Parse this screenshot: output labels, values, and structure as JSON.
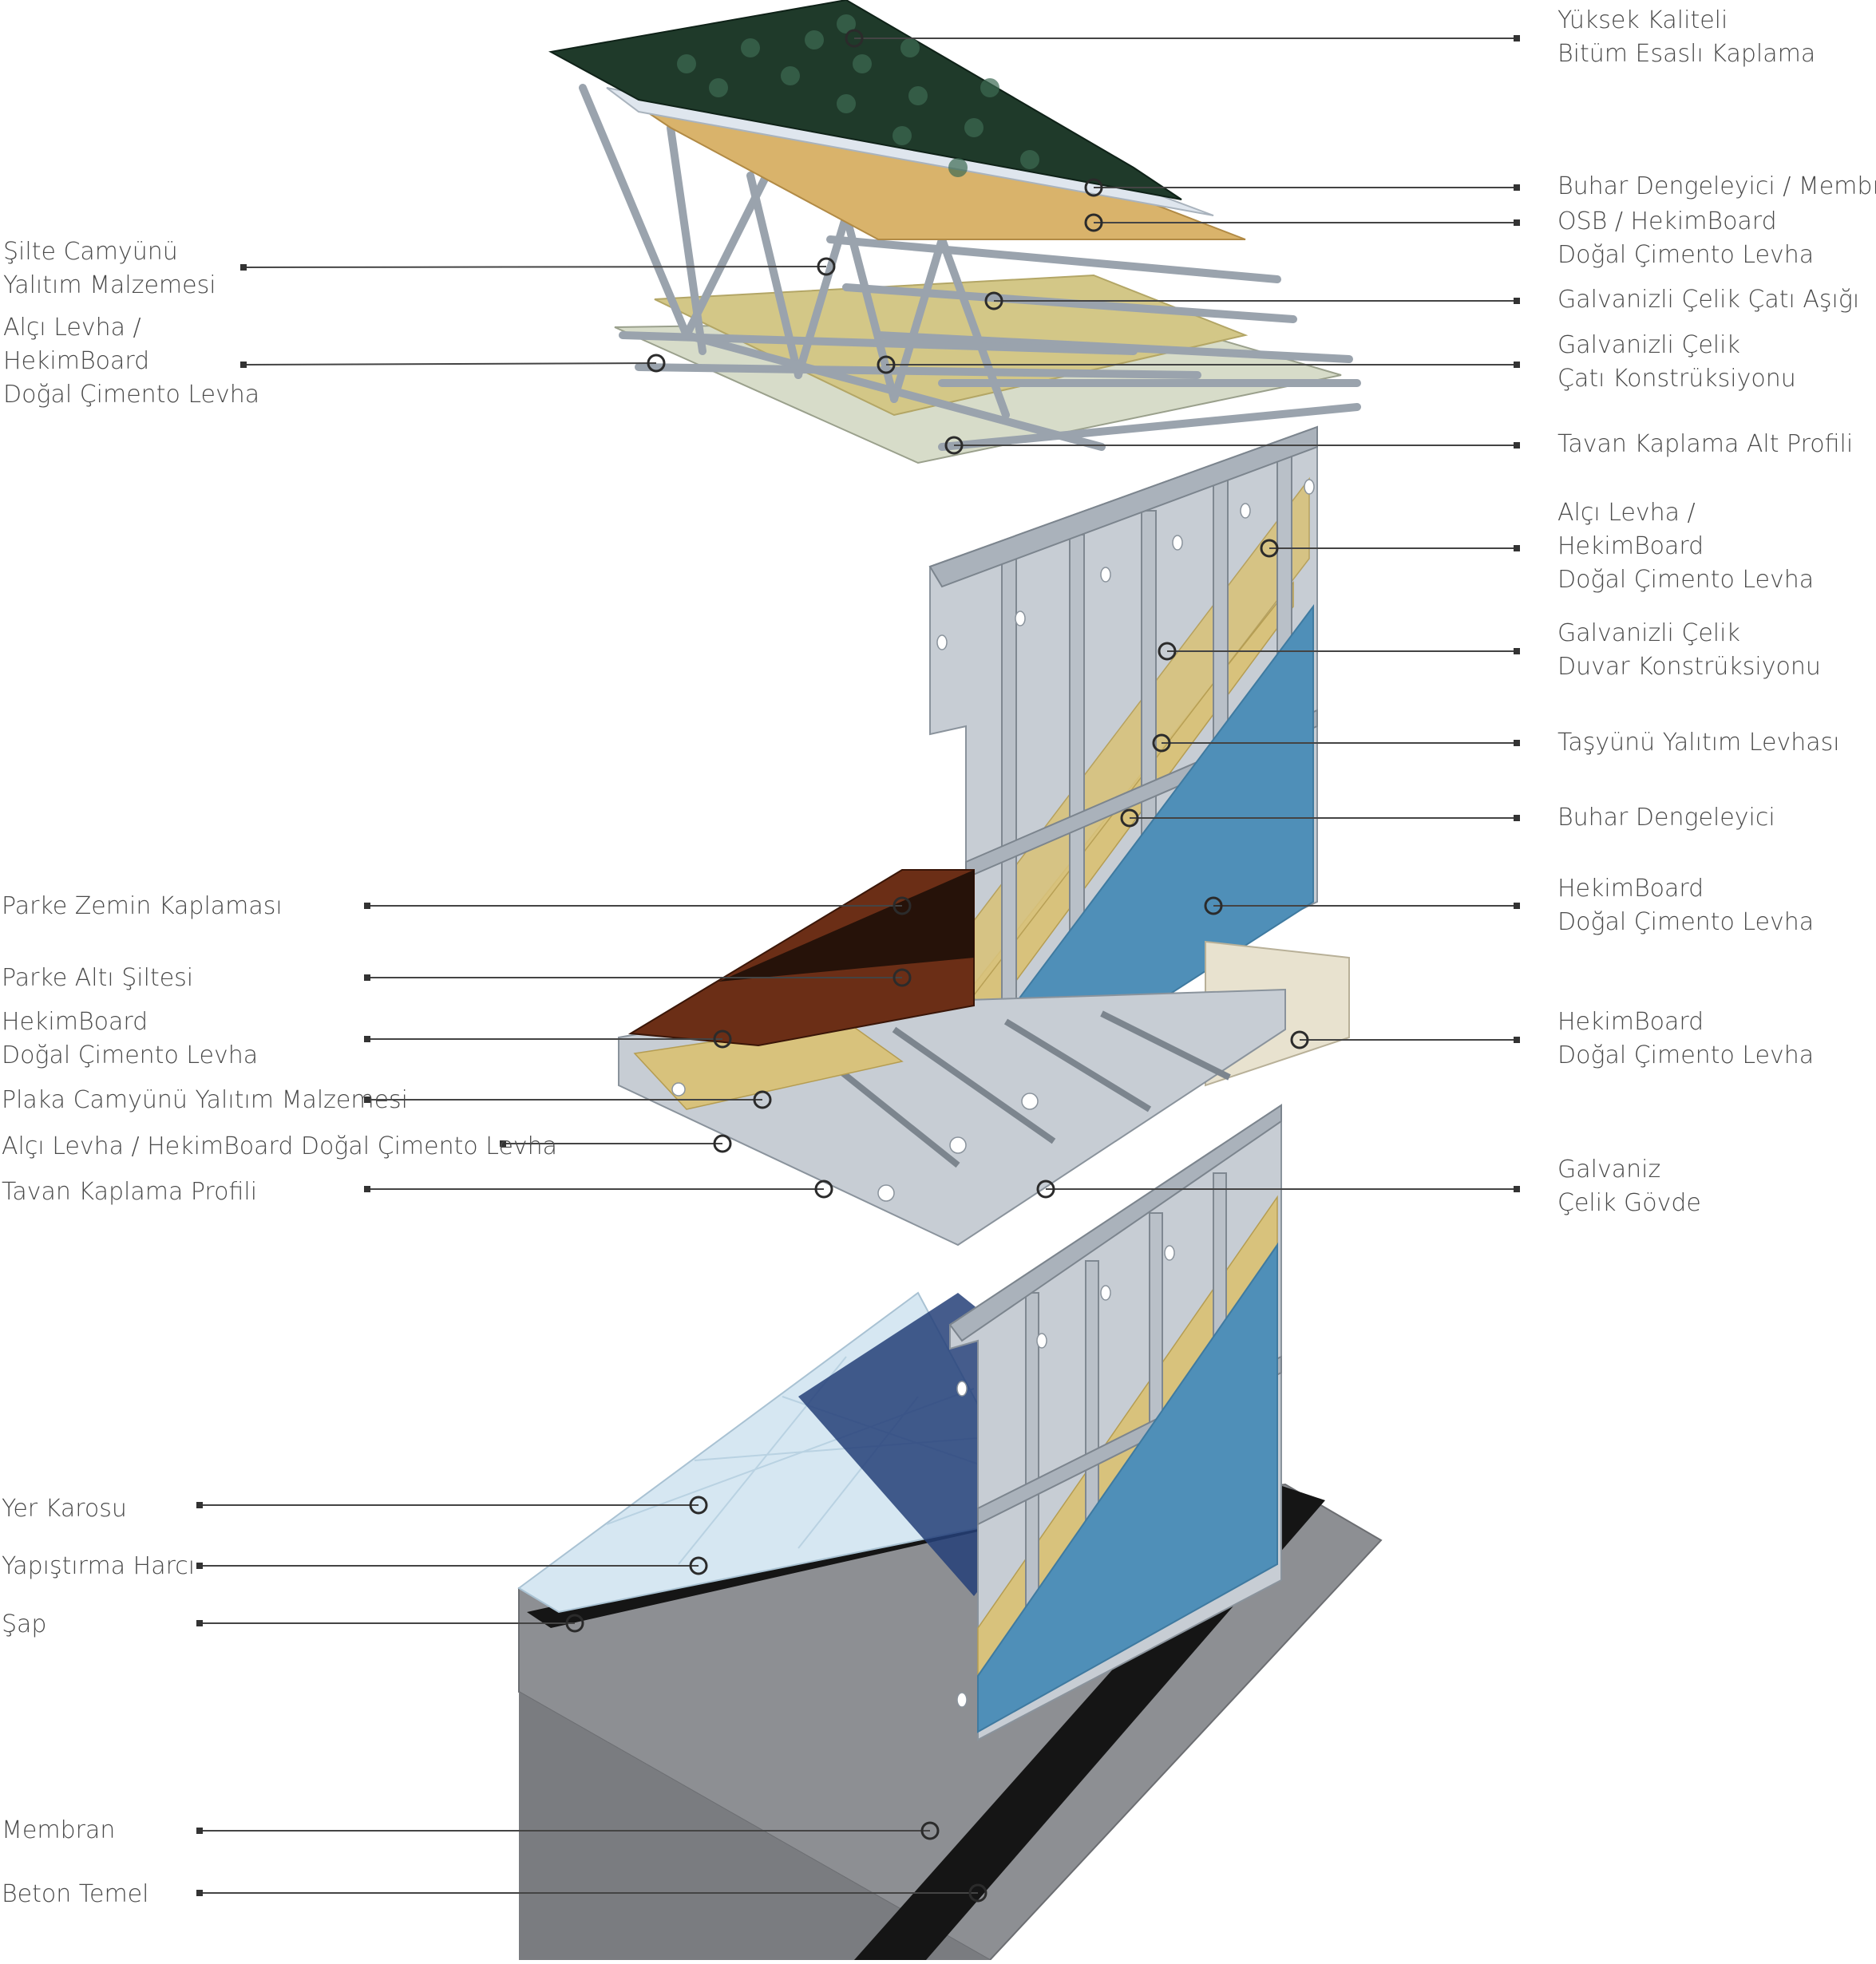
{
  "left_labels": [
    {
      "id": "silte-camyunu",
      "lines": [
        "Şilte Camyünü",
        "Yalıtım Malzemesi"
      ]
    },
    {
      "id": "alci-levha-roof",
      "lines": [
        "Alçı Levha /",
        "HekimBoard",
        "Doğal Çimento Levha"
      ]
    },
    {
      "id": "parke-zemin",
      "lines": [
        "Parke Zemin Kaplaması"
      ]
    },
    {
      "id": "parke-alti",
      "lines": [
        "Parke Altı Şiltesi"
      ]
    },
    {
      "id": "hekimboard-floor",
      "lines": [
        "HekimBoard",
        "Doğal Çimento Levha"
      ]
    },
    {
      "id": "plaka-camyunu",
      "lines": [
        "Plaka Camyünü Yalıtım Malzemesi"
      ]
    },
    {
      "id": "alci-levha-floor",
      "lines": [
        "Alçı Levha / HekimBoard Doğal Çimento Levha"
      ]
    },
    {
      "id": "tavan-kaplama-profili",
      "lines": [
        "Tavan Kaplama Profili"
      ]
    },
    {
      "id": "yer-karosu",
      "lines": [
        "Yer Karosu"
      ]
    },
    {
      "id": "yapistirma-harci",
      "lines": [
        "Yapıştırma Harcı"
      ]
    },
    {
      "id": "sap",
      "lines": [
        "Şap"
      ]
    },
    {
      "id": "membran-ground",
      "lines": [
        "Membran"
      ]
    },
    {
      "id": "beton-temel",
      "lines": [
        "Beton Temel"
      ]
    }
  ],
  "right_labels": [
    {
      "id": "yuksek-kaliteli",
      "lines": [
        "Yüksek Kaliteli",
        "Bitüm Esaslı Kaplama"
      ]
    },
    {
      "id": "buhar-membran",
      "lines": [
        "Buhar Dengeleyici / Membran"
      ]
    },
    {
      "id": "osb-hekimboard",
      "lines": [
        "OSB / HekimBoard",
        "Doğal Çimento Levha"
      ]
    },
    {
      "id": "galvanizli-catı-asigi",
      "lines": [
        "Galvanizli Çelik Çatı Aşığı"
      ]
    },
    {
      "id": "galvanizli-cati-konstruksiyonu",
      "lines": [
        "Galvanizli Çelik",
        "Çatı Konstrüksiyonu"
      ]
    },
    {
      "id": "tavan-kaplama-alt-profili",
      "lines": [
        "Tavan Kaplama Alt Profili"
      ]
    },
    {
      "id": "alci-levha-wall",
      "lines": [
        "Alçı Levha /",
        "HekimBoard",
        "Doğal Çimento Levha"
      ]
    },
    {
      "id": "galvanizli-duvar",
      "lines": [
        "Galvanizli Çelik",
        "Duvar Konstrüksiyonu"
      ]
    },
    {
      "id": "tasyunu",
      "lines": [
        "Taşyünü Yalıtım Levhası"
      ]
    },
    {
      "id": "buhar-dengeleyici",
      "lines": [
        "Buhar Dengeleyici"
      ]
    },
    {
      "id": "hekimboard-wall",
      "lines": [
        "HekimBoard",
        "Doğal Çimento Levha"
      ]
    },
    {
      "id": "hekimboard-floor-right",
      "lines": [
        "HekimBoard",
        "Doğal Çimento Levha"
      ]
    },
    {
      "id": "galvaniz-govde",
      "lines": [
        "Galvaniz",
        "Çelik Gövde"
      ]
    }
  ],
  "colors": {
    "roof_shingle": "#1f3a2a",
    "membrane_light": "#dfe6ee",
    "osb": "#d9b36b",
    "steel": "#c7cdd4",
    "wool": "#d8c27c",
    "blue_board": "#4f8fb8",
    "parquet": "#6b2e16",
    "tile": "#d6e7f2",
    "concrete": "#8d8f93",
    "black_membrane": "#151515"
  }
}
